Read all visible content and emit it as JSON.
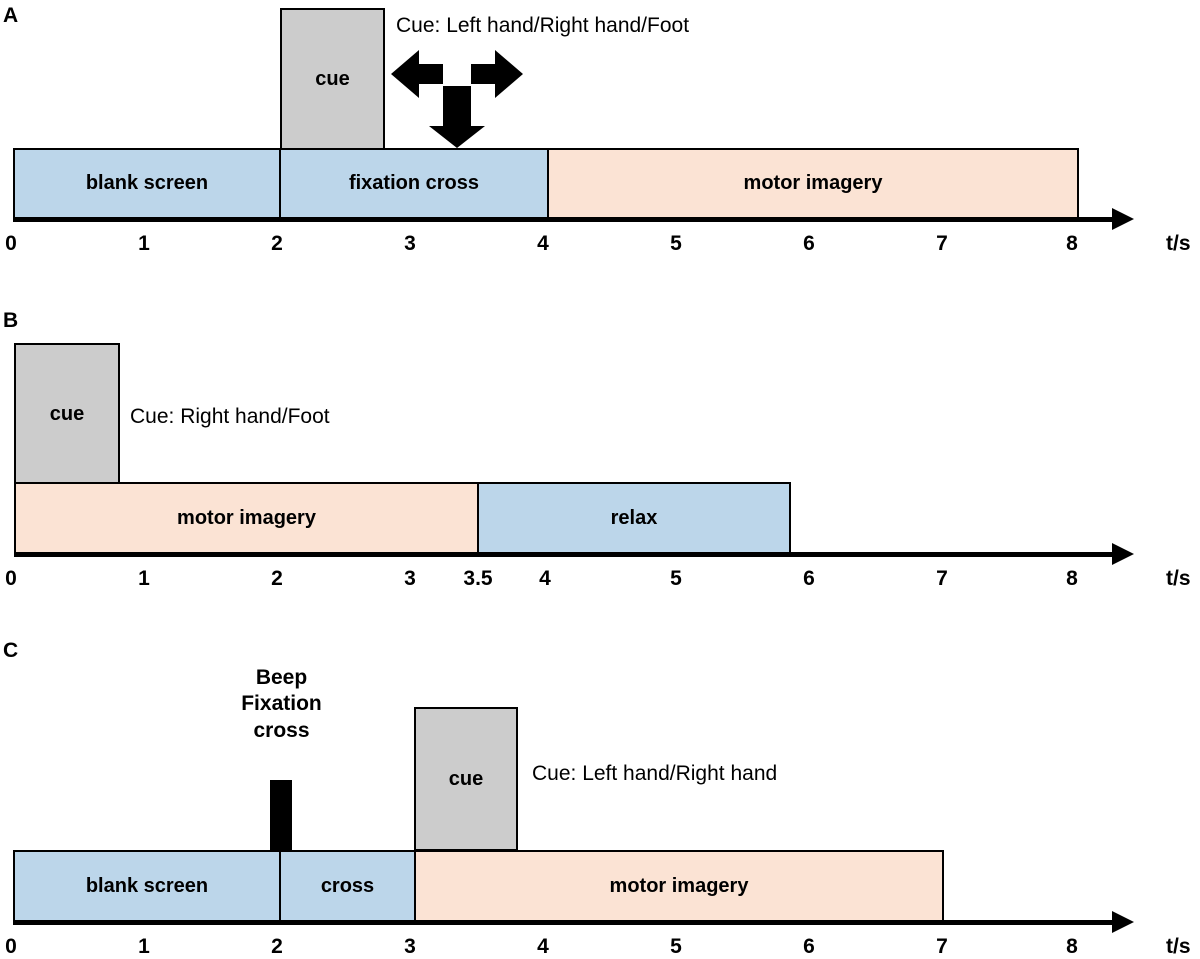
{
  "figure": {
    "type": "experimental-paradigm-timeline",
    "panels": [
      {
        "id": "A",
        "label": "A",
        "axis": {
          "unit": "t/s",
          "ticks": [
            "0",
            "1",
            "2",
            "3",
            "4",
            "5",
            "6",
            "7",
            "8"
          ],
          "tick_values": [
            0,
            1,
            2,
            3,
            4,
            5,
            6,
            7,
            8
          ],
          "range": [
            0,
            8.4
          ]
        },
        "blocks": [
          {
            "name": "blank-screen",
            "label": "blank  screen",
            "start": 0,
            "end": 2,
            "color": "blue"
          },
          {
            "name": "fixation-cross",
            "label": "fixation cross",
            "start": 2,
            "end": 4.03,
            "color": "blue"
          },
          {
            "name": "motor-imagery",
            "label": "motor imagery",
            "start": 4.03,
            "end": 8,
            "color": "peach"
          }
        ],
        "cue": {
          "label": "cue",
          "start": 2,
          "end": 2.8,
          "color": "gray"
        },
        "annotation": "Cue: Left hand/Right hand/Foot",
        "arrow_icon": "three-way-arrow-left-right-down"
      },
      {
        "id": "B",
        "label": "B",
        "axis": {
          "unit": "t/s",
          "ticks": [
            "0",
            "1",
            "2",
            "3",
            "3.5",
            "4",
            "5",
            "6",
            "7",
            "8"
          ],
          "tick_values": [
            0,
            1,
            2,
            3,
            3.5,
            4,
            5,
            6,
            7,
            8
          ],
          "range": [
            0,
            8.4
          ]
        },
        "blocks": [
          {
            "name": "motor-imagery",
            "label": "motor imagery",
            "start": 0,
            "end": 3.5,
            "color": "peach"
          },
          {
            "name": "relax",
            "label": "relax",
            "start": 3.5,
            "end": 5.87,
            "color": "blue"
          }
        ],
        "cue": {
          "label": "cue",
          "start": 0,
          "end": 0.79,
          "color": "gray"
        },
        "annotation": "Cue: Right hand/Foot"
      },
      {
        "id": "C",
        "label": "C",
        "axis": {
          "unit": "t/s",
          "ticks": [
            "0",
            "1",
            "2",
            "3",
            "4",
            "5",
            "6",
            "7",
            "8"
          ],
          "tick_values": [
            0,
            1,
            2,
            3,
            4,
            5,
            6,
            7,
            8
          ],
          "range": [
            0,
            8.4
          ]
        },
        "blocks": [
          {
            "name": "blank-screen",
            "label": "blank  screen",
            "start": 0,
            "end": 2,
            "color": "blue"
          },
          {
            "name": "cross",
            "label": "cross",
            "start": 2,
            "end": 3.03,
            "color": "blue"
          },
          {
            "name": "motor-imagery",
            "label": "motor imagery",
            "start": 3.03,
            "end": 7,
            "color": "peach"
          }
        ],
        "beep": {
          "name": "beep-marker",
          "label": "Beep\nFixation\ncross",
          "start": 1.94,
          "end": 2.11,
          "color": "black"
        },
        "cue": {
          "label": "cue",
          "start": 3.03,
          "end": 3.8,
          "color": "gray"
        },
        "annotation": "Cue: Left hand/Right hand"
      }
    ],
    "colors": {
      "blue": "#bcd6ea",
      "peach": "#fbe3d4",
      "gray": "#cccccc",
      "black": "#000000",
      "outline": "#000000"
    }
  }
}
